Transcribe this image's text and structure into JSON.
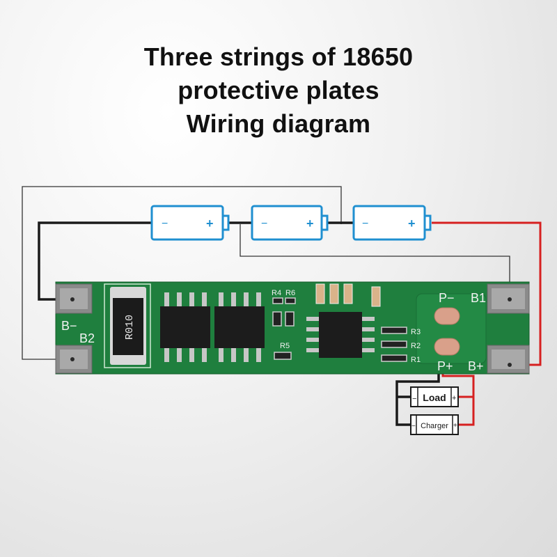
{
  "title": {
    "line1": "Three strings of 18650",
    "line2": "protective plates",
    "line3": "Wiring diagram"
  },
  "batteries": [
    {
      "minus": "−",
      "plus": "+"
    },
    {
      "minus": "−",
      "plus": "+"
    },
    {
      "minus": "−",
      "plus": "+"
    }
  ],
  "board": {
    "resistor_marking": "R010",
    "pad_labels": {
      "b_minus": "B−",
      "b2": "B2",
      "p_minus": "P−",
      "b1": "B1",
      "p_plus": "P+",
      "b_plus": "B+"
    },
    "component_labels": {
      "r4": "R4",
      "r6": "R6",
      "r5": "R5",
      "r3": "R3",
      "r2": "R2",
      "r1": "R1"
    }
  },
  "external": {
    "load": {
      "label": "Load",
      "minus": "−",
      "plus": "+"
    },
    "charger": {
      "label": "Charger",
      "minus": "−",
      "plus": "+"
    }
  },
  "colors": {
    "battery": "#1f8fd0",
    "wire_black": "#1a1a1a",
    "wire_red": "#d62020",
    "pcb": "#1f7f3e",
    "pad": "#8a8a8a"
  }
}
